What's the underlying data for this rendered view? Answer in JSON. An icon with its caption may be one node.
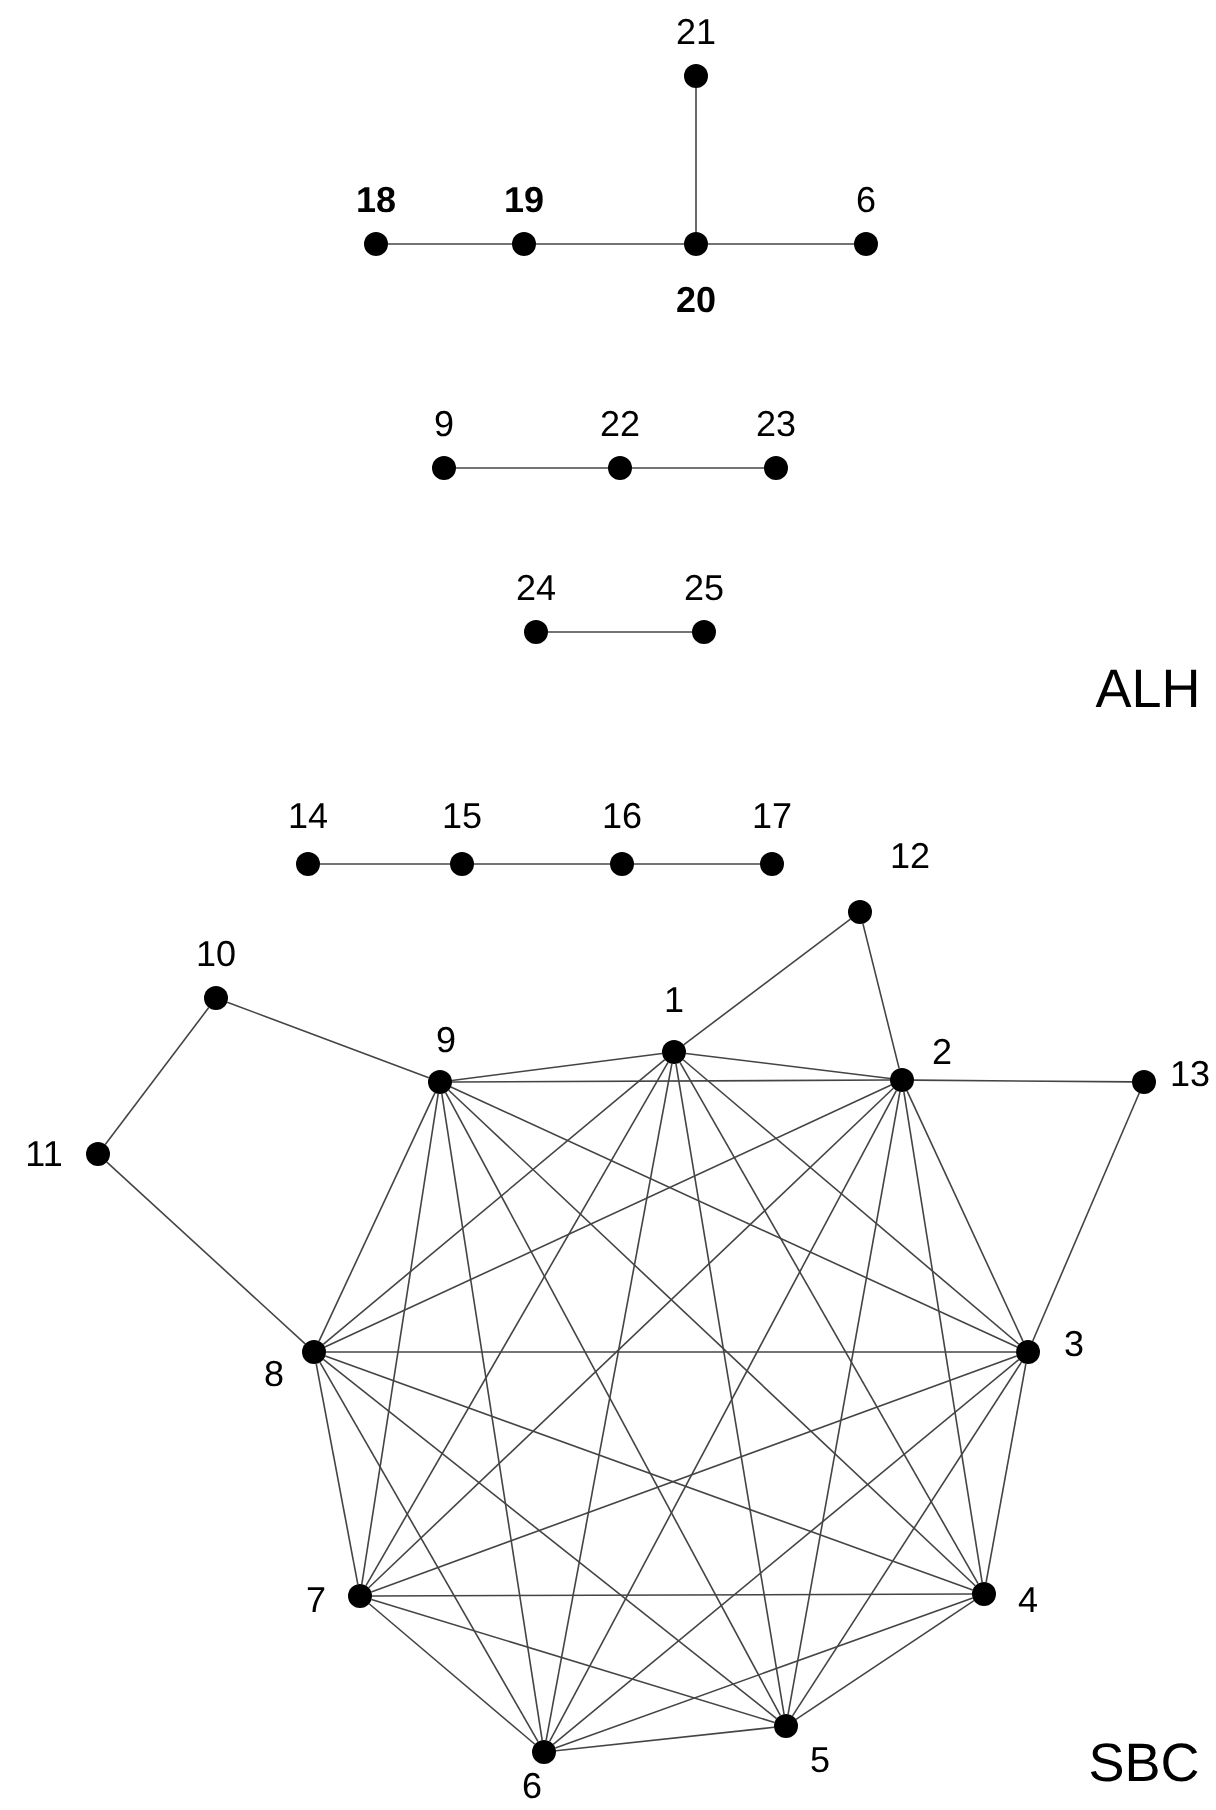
{
  "diagram": {
    "nodes": [
      {
        "text": [],
        "shape": "circle",
        "beside": [
          "21"
        ]
      },
      {
        "text": [],
        "shape": "circle",
        "beside": [
          "18"
        ]
      },
      {
        "text": [],
        "shape": "circle",
        "beside": [
          "19"
        ]
      },
      {
        "text": [],
        "shape": "circle",
        "beside": [
          "20"
        ]
      },
      {
        "text": [],
        "shape": "circle",
        "beside": [
          "6"
        ]
      },
      {
        "text": [],
        "shape": "circle",
        "beside": [
          "9"
        ]
      },
      {
        "text": [],
        "shape": "circle",
        "beside": [
          "22"
        ]
      },
      {
        "text": [],
        "shape": "circle",
        "beside": [
          "23"
        ]
      },
      {
        "text": [],
        "shape": "circle",
        "beside": [
          "24"
        ]
      },
      {
        "text": [],
        "shape": "circle",
        "beside": [
          "25"
        ]
      },
      {
        "text": [],
        "shape": "circle",
        "beside": [
          "14"
        ]
      },
      {
        "text": [],
        "shape": "circle",
        "beside": [
          "15"
        ]
      },
      {
        "text": [],
        "shape": "circle",
        "beside": [
          "16"
        ]
      },
      {
        "text": [],
        "shape": "circle",
        "beside": [
          "17"
        ]
      },
      {
        "text": [],
        "shape": "circle",
        "beside": [
          "12"
        ]
      },
      {
        "text": [],
        "shape": "circle",
        "beside": [
          "10"
        ]
      },
      {
        "text": [],
        "shape": "circle",
        "beside": [
          "1"
        ]
      },
      {
        "text": [],
        "shape": "circle",
        "beside": [
          "9"
        ]
      },
      {
        "text": [],
        "shape": "circle",
        "beside": [
          "2"
        ]
      },
      {
        "text": [],
        "shape": "circle",
        "beside": [
          "13"
        ]
      },
      {
        "text": [],
        "shape": "circle",
        "beside": [
          "11"
        ]
      },
      {
        "text": [],
        "shape": "circle",
        "beside": [
          "3"
        ]
      },
      {
        "text": [],
        "shape": "circle",
        "beside": [
          "8"
        ]
      },
      {
        "text": [],
        "shape": "circle",
        "beside": [
          "4"
        ]
      },
      {
        "text": [],
        "shape": "circle",
        "beside": [
          "7"
        ]
      },
      {
        "text": [],
        "shape": "circle",
        "beside": [
          "5"
        ]
      },
      {
        "text": [],
        "shape": "circle",
        "beside": [
          "6"
        ]
      }
    ],
    "edges": [
      {
        "from": 1,
        "to": 2,
        "arrow": "none"
      },
      {
        "from": 2,
        "to": 3,
        "arrow": "none"
      },
      {
        "from": 3,
        "to": 4,
        "arrow": "none"
      },
      {
        "from": 3,
        "to": 0,
        "arrow": "none"
      },
      {
        "from": 5,
        "to": 6,
        "arrow": "none"
      },
      {
        "from": 6,
        "to": 7,
        "arrow": "none"
      },
      {
        "from": 8,
        "to": 9,
        "arrow": "none"
      },
      {
        "from": 10,
        "to": 11,
        "arrow": "none"
      },
      {
        "from": 11,
        "to": 12,
        "arrow": "none"
      },
      {
        "from": 12,
        "to": 13,
        "arrow": "none"
      },
      {
        "from": 16,
        "to": 14,
        "arrow": "none"
      },
      {
        "from": 14,
        "to": 18,
        "arrow": "none"
      },
      {
        "from": 18,
        "to": 19,
        "arrow": "none"
      },
      {
        "from": 19,
        "to": 21,
        "arrow": "none"
      },
      {
        "from": 17,
        "to": 15,
        "arrow": "none"
      },
      {
        "from": 15,
        "to": 20,
        "arrow": "none"
      },
      {
        "from": 20,
        "to": 22,
        "arrow": "none"
      },
      {
        "from": 16,
        "to": 18,
        "arrow": "none"
      },
      {
        "from": 16,
        "to": 21,
        "arrow": "none"
      },
      {
        "from": 16,
        "to": 23,
        "arrow": "none"
      },
      {
        "from": 16,
        "to": 25,
        "arrow": "none"
      },
      {
        "from": 16,
        "to": 26,
        "arrow": "none"
      },
      {
        "from": 16,
        "to": 24,
        "arrow": "none"
      },
      {
        "from": 16,
        "to": 22,
        "arrow": "none"
      },
      {
        "from": 16,
        "to": 17,
        "arrow": "none"
      },
      {
        "from": 18,
        "to": 21,
        "arrow": "none"
      },
      {
        "from": 18,
        "to": 23,
        "arrow": "none"
      },
      {
        "from": 18,
        "to": 25,
        "arrow": "none"
      },
      {
        "from": 18,
        "to": 26,
        "arrow": "none"
      },
      {
        "from": 18,
        "to": 24,
        "arrow": "none"
      },
      {
        "from": 18,
        "to": 22,
        "arrow": "none"
      },
      {
        "from": 18,
        "to": 17,
        "arrow": "none"
      },
      {
        "from": 21,
        "to": 23,
        "arrow": "none"
      },
      {
        "from": 21,
        "to": 25,
        "arrow": "none"
      },
      {
        "from": 21,
        "to": 26,
        "arrow": "none"
      },
      {
        "from": 21,
        "to": 24,
        "arrow": "none"
      },
      {
        "from": 21,
        "to": 22,
        "arrow": "none"
      },
      {
        "from": 21,
        "to": 17,
        "arrow": "none"
      },
      {
        "from": 23,
        "to": 25,
        "arrow": "none"
      },
      {
        "from": 23,
        "to": 26,
        "arrow": "none"
      },
      {
        "from": 23,
        "to": 24,
        "arrow": "none"
      },
      {
        "from": 23,
        "to": 22,
        "arrow": "none"
      },
      {
        "from": 23,
        "to": 17,
        "arrow": "none"
      },
      {
        "from": 25,
        "to": 26,
        "arrow": "none"
      },
      {
        "from": 25,
        "to": 24,
        "arrow": "none"
      },
      {
        "from": 25,
        "to": 22,
        "arrow": "none"
      },
      {
        "from": 25,
        "to": 17,
        "arrow": "none"
      },
      {
        "from": 26,
        "to": 24,
        "arrow": "none"
      },
      {
        "from": 26,
        "to": 22,
        "arrow": "none"
      },
      {
        "from": 26,
        "to": 17,
        "arrow": "none"
      },
      {
        "from": 24,
        "to": 22,
        "arrow": "none"
      },
      {
        "from": 24,
        "to": 17,
        "arrow": "none"
      },
      {
        "from": 22,
        "to": 17,
        "arrow": "none"
      }
    ],
    "labels": [
      "ALH",
      "SBC"
    ]
  }
}
